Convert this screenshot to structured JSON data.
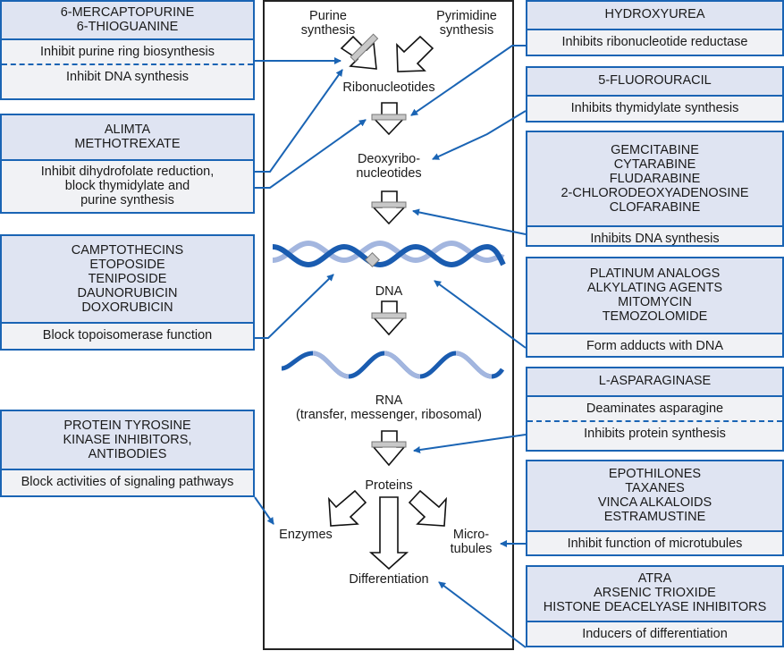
{
  "pathway": {
    "purine": [
      "Purine",
      "synthesis"
    ],
    "pyrimidine": [
      "Pyrimidine",
      "synthesis"
    ],
    "ribonucleotides": "Ribonucleotides",
    "deoxyribonucleotides": [
      "Deoxyribo-",
      "nucleotides"
    ],
    "dna": "DNA",
    "rna": "RNA",
    "rna_types": "(transfer, messenger, ribosomal)",
    "proteins": "Proteins",
    "enzymes": "Enzymes",
    "microtubules": [
      "Micro-",
      "tubules"
    ],
    "differentiation": "Differentiation"
  },
  "left_boxes": [
    {
      "drugs": [
        "6-MERCAPTOPURINE",
        "6-THIOGUANINE"
      ],
      "actions": [
        "Inhibit purine ring biosynthesis",
        "Inhibit DNA synthesis"
      ]
    },
    {
      "drugs": [
        "ALIMTA",
        "METHOTREXATE"
      ],
      "actions": [
        "Inhibit dihydrofolate reduction,\nblock thymidylate and\npurine synthesis"
      ]
    },
    {
      "drugs": [
        "CAMPTOTHECINS",
        "ETOPOSIDE",
        "TENIPOSIDE",
        "DAUNORUBICIN",
        "DOXORUBICIN"
      ],
      "actions": [
        "Block topoisomerase function"
      ]
    },
    {
      "drugs": [
        "PROTEIN TYROSINE",
        "KINASE INHIBITORS,",
        "ANTIBODIES"
      ],
      "actions": [
        "Block activities of signaling pathways"
      ]
    }
  ],
  "right_boxes": [
    {
      "drugs": [
        "HYDROXYUREA"
      ],
      "actions": [
        "Inhibits ribonucleotide reductase"
      ]
    },
    {
      "drugs": [
        "5-FLUOROURACIL"
      ],
      "actions": [
        "Inhibits thymidylate synthesis"
      ]
    },
    {
      "drugs": [
        "GEMCITABINE",
        "CYTARABINE",
        "FLUDARABINE",
        "2-CHLORODEOXYADENOSINE",
        "CLOFARABINE"
      ],
      "actions": [
        "Inhibits DNA synthesis"
      ]
    },
    {
      "drugs": [
        "PLATINUM ANALOGS",
        "ALKYLATING AGENTS",
        "MITOMYCIN",
        "TEMOZOLOMIDE"
      ],
      "actions": [
        "Form adducts with DNA"
      ]
    },
    {
      "drugs": [
        "L-ASPARAGINASE"
      ],
      "actions": [
        "Deaminates asparagine",
        "Inhibits protein synthesis"
      ]
    },
    {
      "drugs": [
        "EPOTHILONES",
        "TAXANES",
        "VINCA ALKALOIDS",
        "ESTRAMUSTINE"
      ],
      "actions": [
        "Inhibit function of microtubules"
      ]
    },
    {
      "drugs": [
        "ATRA",
        "ARSENIC TRIOXIDE",
        "HISTONE DEACELYASE INHIBITORS"
      ],
      "actions": [
        "Inducers of differentiation"
      ]
    }
  ],
  "colors": {
    "connector_blue": "#1a64b4",
    "drug_header_bg": "#dfe4f2",
    "action_bg": "#f1f2f5",
    "dna_dark": "#1a5cb0",
    "dna_light": "#a3b6df",
    "block_bar": "#c8c8c8"
  }
}
